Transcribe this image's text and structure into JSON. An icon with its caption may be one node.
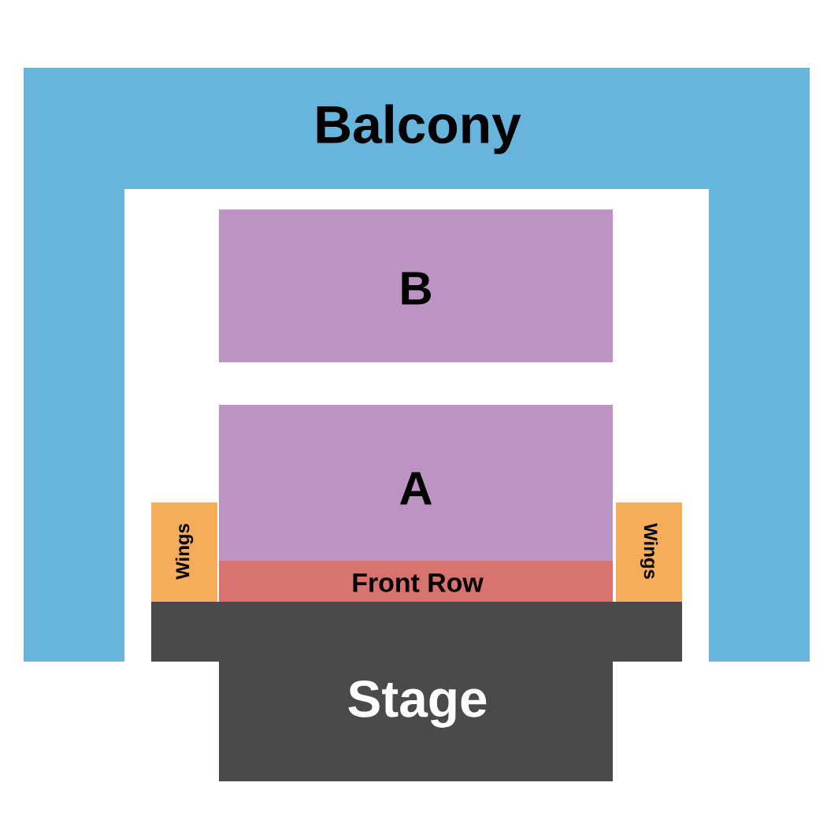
{
  "diagram": {
    "nodes": [
      {
        "text": [
          "Balcony"
        ]
      },
      {
        "text": [
          "B"
        ]
      },
      {
        "text": [
          "A"
        ]
      },
      {
        "text": [
          "Front Row"
        ]
      },
      {
        "text": [
          "Wings"
        ]
      },
      {
        "text": [
          "Wings"
        ]
      },
      {
        "text": [
          "Stage"
        ]
      }
    ]
  }
}
